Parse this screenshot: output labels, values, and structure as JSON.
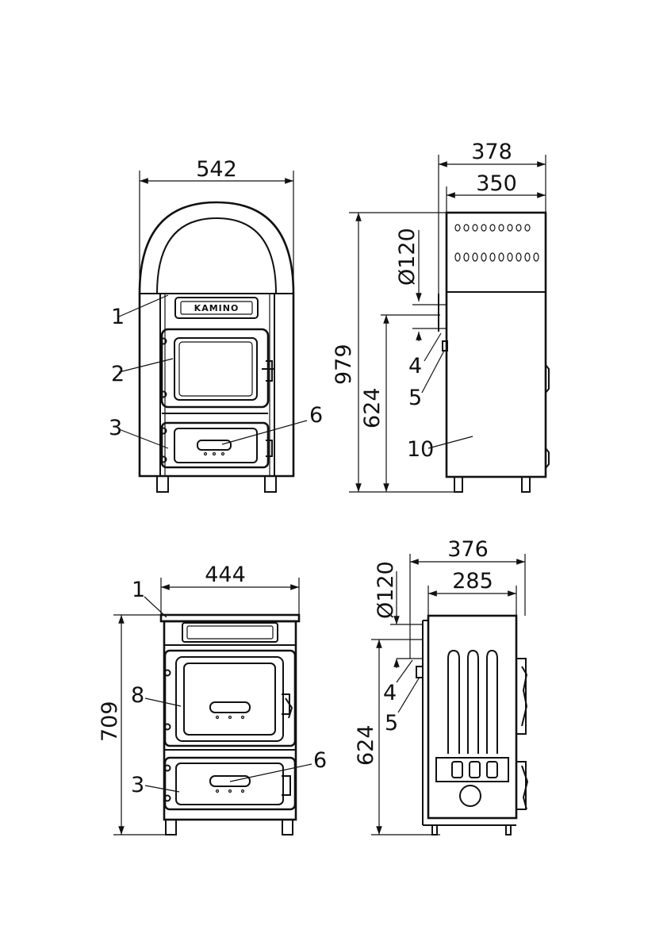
{
  "drawing_1": {
    "brand": "KAMINO",
    "width": "542",
    "callouts": [
      "1",
      "2",
      "3",
      "6"
    ]
  },
  "drawing_2": {
    "depth_outer": "378",
    "depth_inner": "350",
    "flue_diameter": "Ø120",
    "height_total": "979",
    "height_flue": "624",
    "callouts": [
      "4",
      "5",
      "10"
    ]
  },
  "drawing_3": {
    "width": "444",
    "height_total": "709",
    "callouts": [
      "1",
      "8",
      "3",
      "6"
    ]
  },
  "drawing_4": {
    "depth_outer": "376",
    "depth_inner": "285",
    "flue_diameter": "Ø120",
    "height_flue": "624",
    "callouts": [
      "4",
      "5"
    ]
  }
}
